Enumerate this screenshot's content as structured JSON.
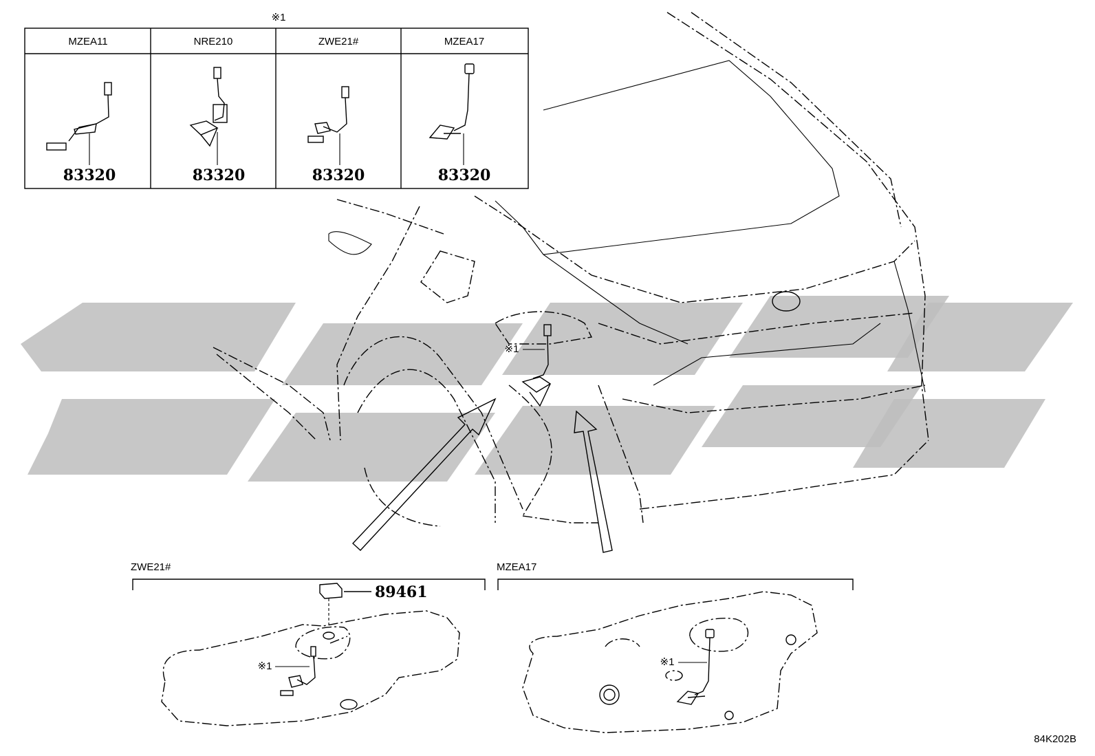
{
  "table": {
    "note_mark": "※1",
    "columns": [
      {
        "header": "MZEA11",
        "part_number": "83320"
      },
      {
        "header": "NRE210",
        "part_number": "83320"
      },
      {
        "header": "ZWE21#",
        "part_number": "83320"
      },
      {
        "header": "MZEA17",
        "part_number": "83320"
      }
    ]
  },
  "main_view": {
    "note_mark": "※1"
  },
  "detail_left": {
    "title": "ZWE21#",
    "part_number": "89461",
    "note_mark": "※1"
  },
  "detail_right": {
    "title": "MZEA17",
    "note_mark": "※1"
  },
  "figure_code": "84K202B"
}
